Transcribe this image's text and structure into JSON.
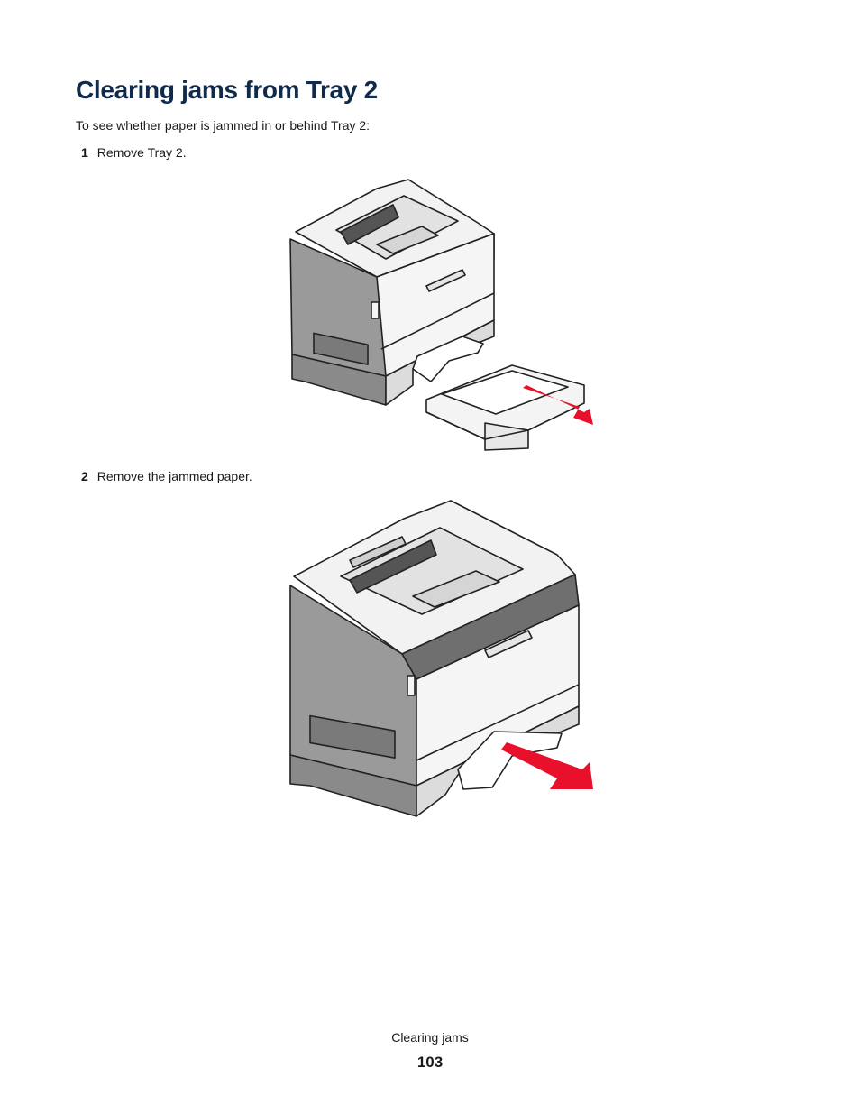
{
  "page": {
    "title": "Clearing jams from Tray 2",
    "intro": "To see whether paper is jammed in or behind Tray 2:"
  },
  "steps": [
    {
      "number": "1",
      "text": "Remove Tray 2."
    },
    {
      "number": "2",
      "text": "Remove the jammed paper."
    }
  ],
  "illustrations": [
    {
      "icon": "printer-tray-removal-illustration"
    },
    {
      "icon": "printer-jammed-paper-removal-illustration"
    }
  ],
  "colors": {
    "arrow": "#e8102a",
    "body_dark": "#9a9a9a",
    "body_light": "#f2f2f2",
    "panel": "#6f6f6f"
  },
  "footer": {
    "section": "Clearing jams",
    "page_number": "103"
  }
}
